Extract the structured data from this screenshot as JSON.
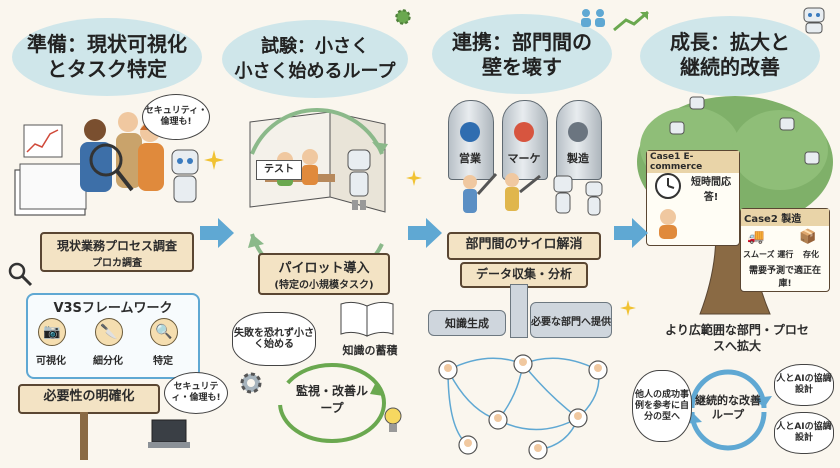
{
  "stage1": {
    "title_line1": "準備：現状可視化",
    "title_line2": "とタスク特定",
    "security_bubble": "セキュリティ・倫理も!",
    "survey_label": "現状業務プロセス調査",
    "survey_sub": "プロカ調査",
    "framework_title": "V3Sフレームワーク",
    "steps": [
      "可視化",
      "細分化",
      "特定"
    ],
    "necessity_sign": "必要性の明確化",
    "security_bubble2": "セキュリティ・倫理も!"
  },
  "stage2": {
    "title_line1": "試験：小さく",
    "title_line2": "小さく始めるループ",
    "test_board": "テスト",
    "pilot_label": "パイロット導入",
    "pilot_sub": "(特定の小規模タスク)",
    "fear_bubble": "失敗を恐れず小さく始める",
    "knowledge_label": "知識の蓄積",
    "loop_label": "監視・改善ループ"
  },
  "stage3": {
    "title_line1": "連携：部門間の",
    "title_line2": "壁を壊す",
    "silos": [
      "営業",
      "マーケ",
      "製造"
    ],
    "silo_label": "部門間のサイロ解消",
    "data_label": "データ収集・分析",
    "pipe_left": "知識生成",
    "pipe_right": "必要な部門へ提供"
  },
  "stage4": {
    "title_line1": "成長：拡大と",
    "title_line2": "継続的改善",
    "case1_title": "Case1  E-commerce",
    "case1_text": "短時間応答!",
    "case2_title": "Case2  製造",
    "case2_items": [
      "スムーズ 運行",
      "存化"
    ],
    "case2_text": "需要予測で適正在庫!",
    "expand_label": "より広範囲な部門・プロセスへ拡大",
    "loop_left": "他人の成功事例を参考に自分の型へ",
    "loop_center": "継続的な改善ループ",
    "loop_right_top": "人とAIの協調設計",
    "loop_right_bottom": "人とAIの協調設計"
  },
  "colors": {
    "arrow_blue": "#5fa8d3",
    "green_accent": "#6aa84f",
    "label_tan": "#f3e3c4",
    "title_blob": "#cfe6ea"
  }
}
